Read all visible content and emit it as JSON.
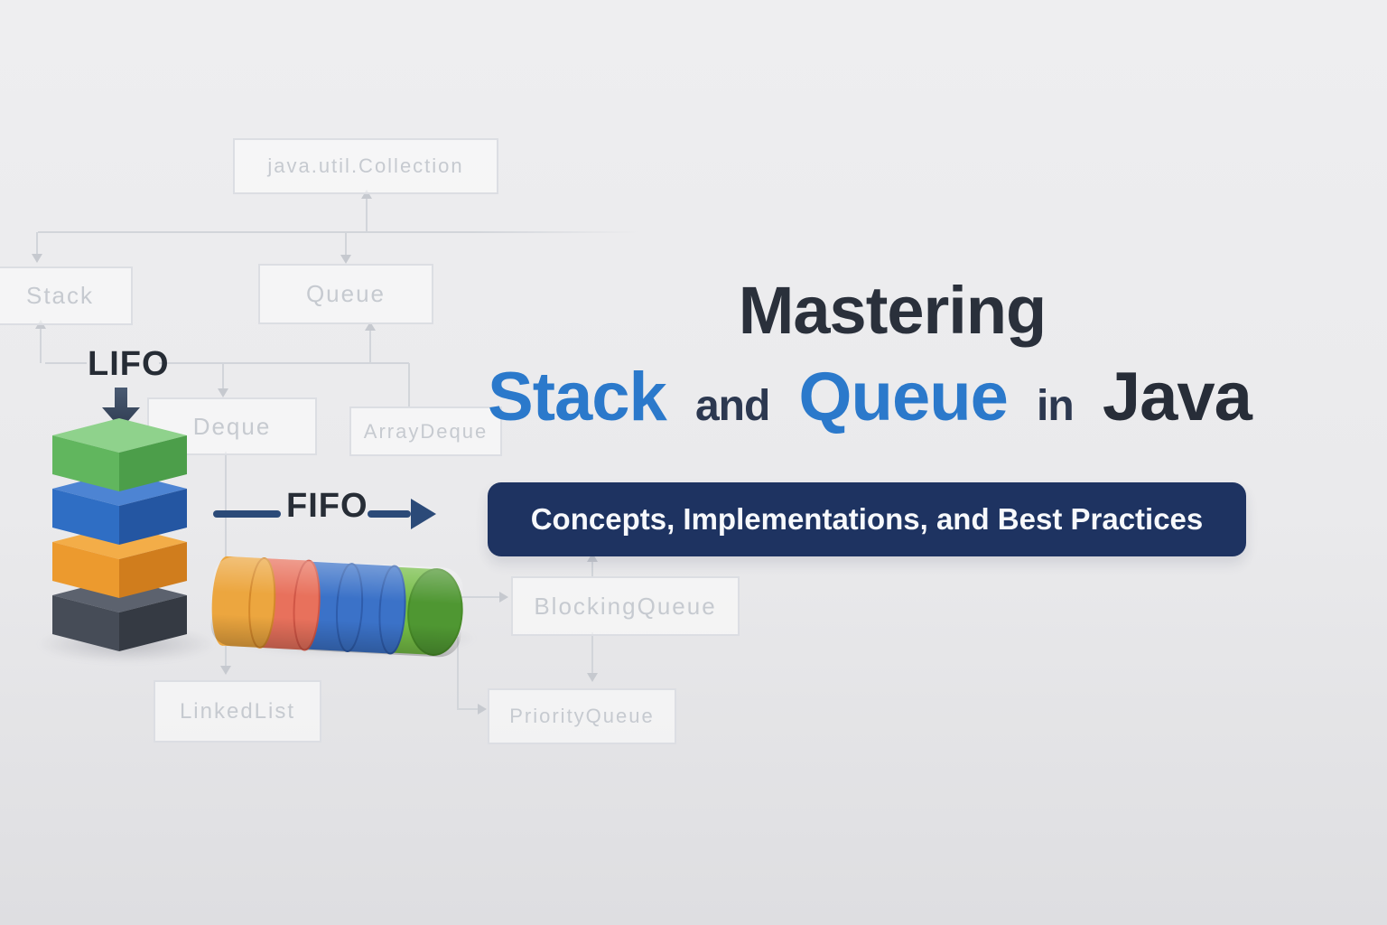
{
  "background_diagram": {
    "nodes": [
      {
        "label": "java.util.Collection"
      },
      {
        "label": "Stack"
      },
      {
        "label": "Queue"
      },
      {
        "label": "Deque"
      },
      {
        "label": "ArrayDeque"
      },
      {
        "label": "BlockingQueue"
      },
      {
        "label": "LinkedList"
      },
      {
        "label": "PriorityQueue"
      }
    ],
    "line_color": "#d2d5da",
    "box_border_color": "#dcdee3",
    "box_text_color": "#c6cad0"
  },
  "illustration": {
    "lifo_label": "LIFO",
    "fifo_label": "FIFO",
    "lifo_arrow_color": "#3a4a60",
    "fifo_arrow_color": "#2b4a78",
    "stack_blocks": [
      {
        "name": "green",
        "top": "#8fd28c",
        "front": "#61b65e",
        "side": "#4c9e4a"
      },
      {
        "name": "blue",
        "top": "#4d84d3",
        "front": "#2f6ec4",
        "side": "#2456a2"
      },
      {
        "name": "orange",
        "top": "#f3ad48",
        "front": "#ec9a2e",
        "side": "#d07d1d"
      },
      {
        "name": "dark",
        "top": "#5c626e",
        "front": "#464c57",
        "side": "#353a43"
      }
    ],
    "queue_segments": [
      {
        "name": "orange",
        "color": "#eca63f",
        "edge": "#d4882a"
      },
      {
        "name": "red",
        "color": "#e8715c",
        "edge": "#d05545"
      },
      {
        "name": "blue",
        "color": "#3b72c8",
        "edge": "#2e5cab"
      },
      {
        "name": "blue",
        "color": "#3b72c8",
        "edge": "#2e5cab"
      },
      {
        "name": "green",
        "color": "#74bc45",
        "cap": "#4f9732",
        "edge": "#478c27"
      }
    ]
  },
  "title": {
    "line1": "Mastering",
    "line2": [
      {
        "text": "Stack",
        "style": "accent"
      },
      {
        "text": "and",
        "style": "small"
      },
      {
        "text": "Queue",
        "style": "accent"
      },
      {
        "text": "in",
        "style": "small"
      },
      {
        "text": "Java",
        "style": "dark"
      }
    ],
    "accent_color": "#2b79cb",
    "dark_color": "#2a303b"
  },
  "banner": {
    "text": "Concepts, Implementations, and Best Practices",
    "bg_color": "#1e3361",
    "text_color": "#f7f9fc"
  }
}
